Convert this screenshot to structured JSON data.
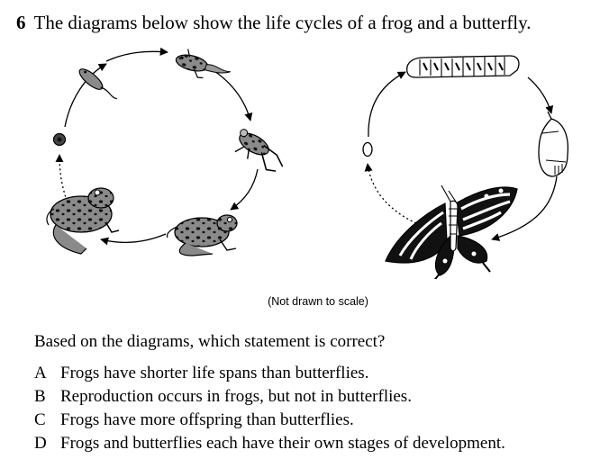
{
  "question": {
    "number": "6",
    "text": "The diagrams below show the life cycles of a frog and a butterfly."
  },
  "figure": {
    "caption": "(Not drawn to scale)",
    "frog_cycle_stages": [
      "egg-icon",
      "tadpole-icon",
      "tadpole-with-legs-icon",
      "froglet-icon",
      "juvenile-frog-icon",
      "adult-frog-icon"
    ],
    "butterfly_cycle_stages": [
      "egg-icon",
      "caterpillar-icon",
      "chrysalis-icon",
      "adult-butterfly-icon"
    ]
  },
  "prompt": "Based on the diagrams, which statement is correct?",
  "options": [
    {
      "letter": "A",
      "text": "Frogs have shorter life spans than butterflies."
    },
    {
      "letter": "B",
      "text": "Reproduction occurs in frogs, but not in butterflies."
    },
    {
      "letter": "C",
      "text": "Frogs have more offspring than butterflies."
    },
    {
      "letter": "D",
      "text": "Frogs and butterflies each have their own stages of development."
    }
  ]
}
